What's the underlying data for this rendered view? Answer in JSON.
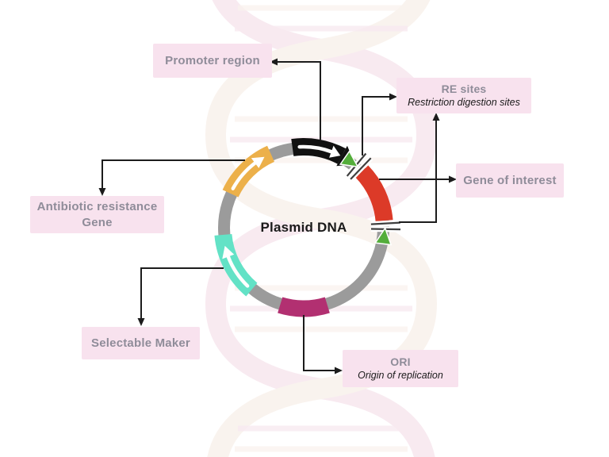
{
  "title": "Plasmid DNA",
  "labels": {
    "promoter": {
      "text": "Promoter region"
    },
    "re_sites": {
      "title": "RE sites",
      "subtitle": "Restriction digestion sites"
    },
    "gene_of_interest": {
      "text": "Gene of interest"
    },
    "antibiotic_resistance": {
      "line1": "Antibiotic resistance",
      "line2": "Gene"
    },
    "selectable_marker": {
      "text": "Selectable Maker"
    },
    "ori": {
      "title": "ORI",
      "subtitle": "Origin of replication"
    }
  },
  "plasmid": {
    "segments": [
      {
        "name": "Promoter region",
        "color_key": "promoter_black",
        "direction_arrow": true
      },
      {
        "name": "Gene of interest",
        "color_key": "gene_red",
        "direction_arrow": false
      },
      {
        "name": "Antibiotic resistance Gene",
        "color_key": "antibiotic_yellow",
        "direction_arrow": true
      },
      {
        "name": "Selectable Maker",
        "color_key": "selectable_teal",
        "direction_arrow": true
      },
      {
        "name": "ORI",
        "color_key": "ori_magenta",
        "direction_arrow": false
      },
      {
        "name": "RE sites",
        "color_key": "re_green",
        "marker": "green triangle with double cut marks"
      }
    ]
  },
  "colors": {
    "box_pink": "#f8e2ee",
    "label_gray": "#8f8c99",
    "text_dark": "#1a1a1a",
    "ring_gray": "#9b9b9b",
    "promoter_black": "#111111",
    "gene_red": "#dc3a28",
    "antibiotic_yellow": "#ecb04a",
    "selectable_teal": "#63e2c6",
    "ori_magenta": "#b23071",
    "re_green": "#54ad3b",
    "arrow_white": "#ffffff",
    "connector": "#1c1c1c",
    "cut_mark": "#3f3f3f",
    "watermark_pink": "#f6e3ec",
    "watermark_cream": "#f8efe9"
  }
}
